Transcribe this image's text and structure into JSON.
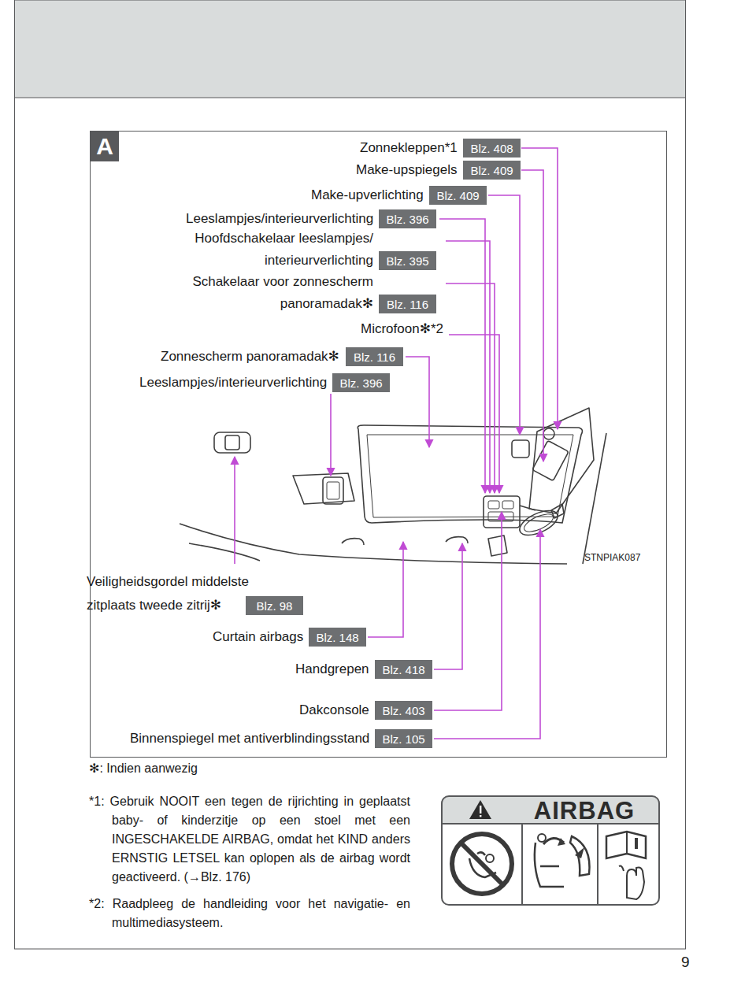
{
  "diagram": {
    "nodes": [
      {
        "text": [
          "A"
        ]
      },
      {
        "text": [
          "Blz. 408"
        ]
      },
      {
        "text": [
          "Blz. 409"
        ]
      },
      {
        "text": [
          "Blz. 409"
        ]
      },
      {
        "text": [
          "Blz. 396"
        ]
      },
      {
        "text": [
          "Blz. 395"
        ]
      },
      {
        "text": [
          "Blz. 116"
        ]
      },
      {
        "text": [
          "Blz. 116"
        ]
      },
      {
        "text": [
          "Blz. 396"
        ]
      },
      {
        "text": [
          "Blz. 98"
        ]
      },
      {
        "text": [
          "Blz. 148"
        ]
      },
      {
        "text": [
          "Blz. 418"
        ]
      },
      {
        "text": [
          "Blz. 403"
        ]
      },
      {
        "text": [
          "Blz. 105"
        ]
      },
      {
        "text": [
          "AIRBAG"
        ]
      }
    ],
    "labels": [
      "Zonnekleppen*1",
      "Make-upspiegels",
      "Make-upverlichting",
      "Leeslampjes/interieurverlichting",
      "Hoofdschakelaar leeslampjes/ interieurverlichting",
      "Schakelaar voor zonnescherm panoramadak✻",
      "Microfoon✻*2",
      "Zonnescherm panoramadak✻",
      "Leeslampjes/interieurverlichting",
      "Veiligheidsgordel middelste zitplaats tweede zitrij✻",
      "Curtain airbags",
      "Handgrepen",
      "Dakconsole",
      "Binnenspiegel met antiverblindingsstand",
      "STNPIAK087",
      "✻: Indien aanwezig",
      "*1: Gebruik NOOIT een tegen de rijrichting in geplaatst baby- of kinderzitje op een stoel met een INGESCHAKELDE AIRBAG, omdat het KIND anders ERNSTIG LETSEL kan oplopen als de airbag wordt geactiveerd. (→Blz. 176)",
      "*2: Raadpleeg de handleiding voor het navigatie- en multimediasysteem.",
      "9"
    ]
  }
}
